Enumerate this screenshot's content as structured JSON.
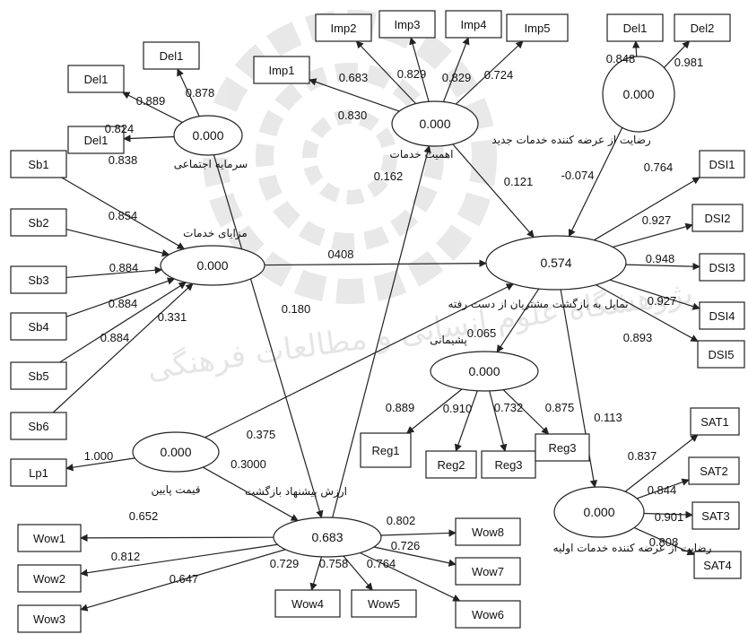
{
  "boxes": [
    {
      "key": "del1a",
      "label": "Del1"
    },
    {
      "key": "del1b",
      "label": "Del1"
    },
    {
      "key": "del1c",
      "label": "Del1"
    },
    {
      "key": "imp1",
      "label": "Imp1"
    },
    {
      "key": "imp2",
      "label": "Imp2"
    },
    {
      "key": "imp3",
      "label": "Imp3"
    },
    {
      "key": "imp4",
      "label": "Imp4"
    },
    {
      "key": "imp5",
      "label": "Imp5"
    },
    {
      "key": "del1r",
      "label": "Del1"
    },
    {
      "key": "del2r",
      "label": "Del2"
    },
    {
      "key": "sb1",
      "label": "Sb1"
    },
    {
      "key": "sb2",
      "label": "Sb2"
    },
    {
      "key": "sb3",
      "label": "Sb3"
    },
    {
      "key": "sb4",
      "label": "Sb4"
    },
    {
      "key": "sb5",
      "label": "Sb5"
    },
    {
      "key": "sb6",
      "label": "Sb6"
    },
    {
      "key": "dsi1",
      "label": "DSI1"
    },
    {
      "key": "dsi2",
      "label": "DSI2"
    },
    {
      "key": "dsi3",
      "label": "DSI3"
    },
    {
      "key": "dsi4",
      "label": "DSI4"
    },
    {
      "key": "dsi5",
      "label": "DSI5"
    },
    {
      "key": "lp1",
      "label": "Lp1"
    },
    {
      "key": "reg1",
      "label": "Reg1"
    },
    {
      "key": "reg2",
      "label": "Reg2"
    },
    {
      "key": "reg3a",
      "label": "Reg3"
    },
    {
      "key": "reg3b",
      "label": "Reg3"
    },
    {
      "key": "sat1",
      "label": "SAT1"
    },
    {
      "key": "sat2",
      "label": "SAT2"
    },
    {
      "key": "sat3",
      "label": "SAT3"
    },
    {
      "key": "sat4",
      "label": "SAT4"
    },
    {
      "key": "wow1",
      "label": "Wow1"
    },
    {
      "key": "wow2",
      "label": "Wow2"
    },
    {
      "key": "wow3",
      "label": "Wow3"
    },
    {
      "key": "wow4",
      "label": "Wow4"
    },
    {
      "key": "wow5",
      "label": "Wow5"
    },
    {
      "key": "wow6",
      "label": "Wow6"
    },
    {
      "key": "wow7",
      "label": "Wow7"
    },
    {
      "key": "wow8",
      "label": "Wow8"
    }
  ],
  "latents": [
    {
      "key": "social",
      "value": "0.000",
      "name": "سرمایه اجتماعی"
    },
    {
      "key": "importance",
      "value": "0.000",
      "name": "اهمیت خدمات"
    },
    {
      "key": "satnew",
      "value": "0.000",
      "name": "رضایت از عرضه کننده خدمات جدید"
    },
    {
      "key": "benefit",
      "value": "0.000",
      "name": "مزایای خدمات"
    },
    {
      "key": "return",
      "value": "0.574",
      "name": "تمایل به بازگشت مشتریان از دست رفته"
    },
    {
      "key": "regret",
      "value": "0.000",
      "name": "پشیمانی"
    },
    {
      "key": "price",
      "value": "0.000",
      "name": "قیمت پایین"
    },
    {
      "key": "offer",
      "value": "0.683",
      "name": "ارزش پیشنهاد بازگشت"
    },
    {
      "key": "satinit",
      "value": "0.000",
      "name": "رضایت از عرضه کننده خدمات اولیه"
    }
  ],
  "paths": [
    {
      "from": "social",
      "to": "del1a",
      "coef": "0.889"
    },
    {
      "from": "social",
      "to": "del1b",
      "coef": "0.878"
    },
    {
      "from": "social",
      "to": "del1c",
      "coef": "0.824"
    },
    {
      "from": "importance",
      "to": "imp1",
      "coef": "0.830"
    },
    {
      "from": "importance",
      "to": "imp2",
      "coef": "0.683"
    },
    {
      "from": "importance",
      "to": "imp3",
      "coef": "0.829"
    },
    {
      "from": "importance",
      "to": "imp4",
      "coef": "0.829"
    },
    {
      "from": "importance",
      "to": "imp5",
      "coef": "0.724"
    },
    {
      "from": "satnew",
      "to": "del1r",
      "coef": "0.848"
    },
    {
      "from": "satnew",
      "to": "del2r",
      "coef": "0.981"
    },
    {
      "from": "sb1",
      "to": "benefit",
      "coef": "0.838"
    },
    {
      "from": "sb2",
      "to": "benefit",
      "coef": "0.854"
    },
    {
      "from": "sb3",
      "to": "benefit",
      "coef": "0.884"
    },
    {
      "from": "sb4",
      "to": "benefit",
      "coef": "0.884"
    },
    {
      "from": "sb5",
      "to": "benefit",
      "coef": "0.884"
    },
    {
      "from": "sb6",
      "to": "benefit",
      "coef": "0.331"
    },
    {
      "from": "benefit",
      "to": "return",
      "coef": "0408"
    },
    {
      "from": "social",
      "to": "offer",
      "coef": "0.180"
    },
    {
      "from": "offer",
      "to": "importance",
      "coef": "0.162"
    },
    {
      "from": "importance",
      "to": "return",
      "coef": "0.121"
    },
    {
      "from": "satnew",
      "to": "return",
      "coef": "-0.074"
    },
    {
      "from": "return",
      "to": "dsi1",
      "coef": "0.764"
    },
    {
      "from": "return",
      "to": "dsi2",
      "coef": "0.927"
    },
    {
      "from": "return",
      "to": "dsi3",
      "coef": "0.948"
    },
    {
      "from": "return",
      "to": "dsi4",
      "coef": "0.927"
    },
    {
      "from": "return",
      "to": "dsi5",
      "coef": "0.893"
    },
    {
      "from": "return",
      "to": "regret",
      "coef": "0.065"
    },
    {
      "from": "return",
      "to": "satinit",
      "coef": "0.113"
    },
    {
      "from": "price",
      "to": "return",
      "coef": "0.375"
    },
    {
      "from": "price",
      "to": "lp1",
      "coef": "1.000"
    },
    {
      "from": "price",
      "to": "offer",
      "coef": "0.3000"
    },
    {
      "from": "regret",
      "to": "reg1",
      "coef": "0.889"
    },
    {
      "from": "regret",
      "to": "reg2",
      "coef": "0.910"
    },
    {
      "from": "regret",
      "to": "reg3a",
      "coef": "0.732"
    },
    {
      "from": "regret",
      "to": "reg3b",
      "coef": "0.875"
    },
    {
      "from": "satinit",
      "to": "sat1",
      "coef": "0.837"
    },
    {
      "from": "satinit",
      "to": "sat2",
      "coef": "0.844"
    },
    {
      "from": "satinit",
      "to": "sat3",
      "coef": "0.901"
    },
    {
      "from": "satinit",
      "to": "sat4",
      "coef": "0.808"
    },
    {
      "from": "offer",
      "to": "wow1",
      "coef": "0.652"
    },
    {
      "from": "offer",
      "to": "wow2",
      "coef": "0.812"
    },
    {
      "from": "offer",
      "to": "wow3",
      "coef": "0.647"
    },
    {
      "from": "offer",
      "to": "wow4",
      "coef": "0.729"
    },
    {
      "from": "offer",
      "to": "wow5",
      "coef": "0.758"
    },
    {
      "from": "offer",
      "to": "wow6",
      "coef": "0.764"
    },
    {
      "from": "offer",
      "to": "wow7",
      "coef": "0.726"
    },
    {
      "from": "offer",
      "to": "wow8",
      "coef": "0.802"
    }
  ],
  "watermark_text": "پژوهشگاه علوم انسانی و مطالعات فرهنگی"
}
